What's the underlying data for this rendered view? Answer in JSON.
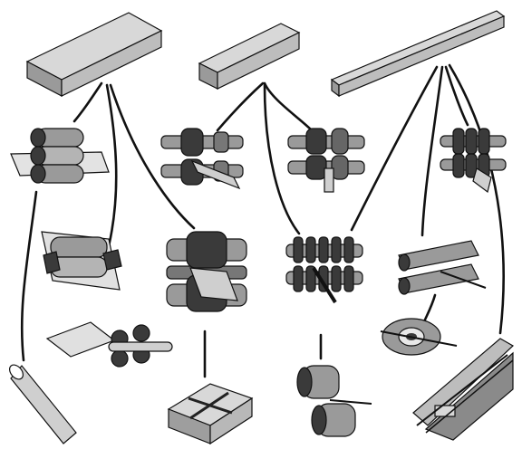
{
  "diagram": {
    "caption": "",
    "sources": [
      {
        "id": "slab",
        "icon": "slab-billet-icon"
      },
      {
        "id": "bloom",
        "icon": "bloom-billet-icon"
      },
      {
        "id": "billet",
        "icon": "long-billet-icon"
      }
    ],
    "rolling_stands": [
      {
        "id": "plate-rolls",
        "icon": "three-high-plate-rolls-icon"
      },
      {
        "id": "grooved-rolls-a",
        "icon": "grooved-roll-stand-icon"
      },
      {
        "id": "grooved-rolls-b",
        "icon": "grooved-roll-stand-icon"
      },
      {
        "id": "grooved-rolls-c",
        "icon": "grooved-roll-stand-icon"
      },
      {
        "id": "sheet-rolls",
        "icon": "sheet-roll-stand-icon"
      },
      {
        "id": "rail-rolls",
        "icon": "profile-roll-stand-icon"
      },
      {
        "id": "bar-rolls",
        "icon": "multi-groove-roll-stand-icon"
      },
      {
        "id": "piercing-rolls",
        "icon": "tapered-piercing-rolls-icon"
      },
      {
        "id": "skelp-welding",
        "icon": "skelp-forming-rolls-icon"
      },
      {
        "id": "tube-die",
        "icon": "tube-die-icon"
      }
    ],
    "products": [
      {
        "id": "pipe",
        "icon": "pipe-product-icon"
      },
      {
        "id": "packaged-plate",
        "icon": "strapped-plate-bundle-icon"
      },
      {
        "id": "wire-rolls",
        "icon": "wire-rod-rolls-icon"
      },
      {
        "id": "wire-line",
        "icon": "wire-drawing-line-icon"
      }
    ]
  }
}
